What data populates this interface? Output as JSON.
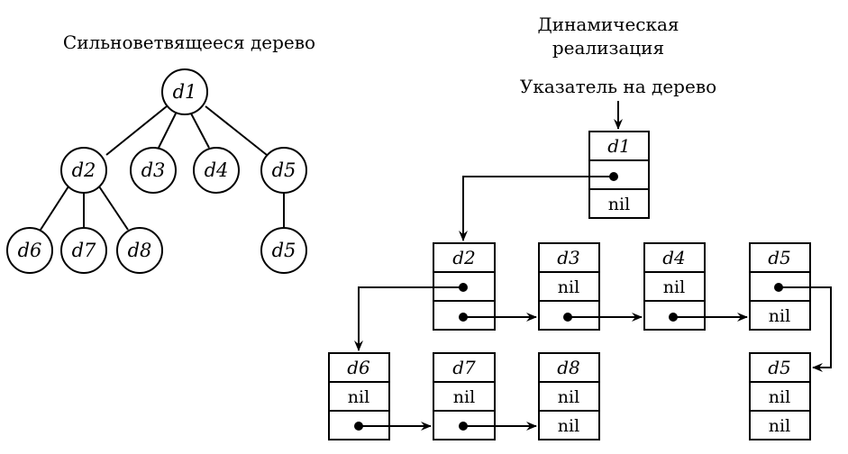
{
  "titles": {
    "tree": "Сильноветвящееся дерево",
    "dynamic_line1": "Динамическая",
    "dynamic_line2": "реализация",
    "pointer": "Указатель на дерево"
  },
  "tree_nodes": {
    "root": "d1",
    "n2": "d2",
    "n3": "d3",
    "n4": "d4",
    "n5": "d5",
    "n6": "d6",
    "n7": "d7",
    "n8": "d8",
    "n5child": "d5"
  },
  "records": {
    "r1": {
      "name": "d1",
      "row3": "nil"
    },
    "r2": {
      "name": "d2"
    },
    "r3": {
      "name": "d3",
      "row2": "nil"
    },
    "r4": {
      "name": "d4",
      "row2": "nil"
    },
    "r5": {
      "name": "d5",
      "row3": "nil"
    },
    "r6": {
      "name": "d6",
      "row2": "nil"
    },
    "r7": {
      "name": "d7",
      "row2": "nil"
    },
    "r8": {
      "name": "d8",
      "row2": "nil",
      "row3": "nil"
    },
    "r5b": {
      "name": "d5",
      "row2": "nil",
      "row3": "nil"
    }
  }
}
